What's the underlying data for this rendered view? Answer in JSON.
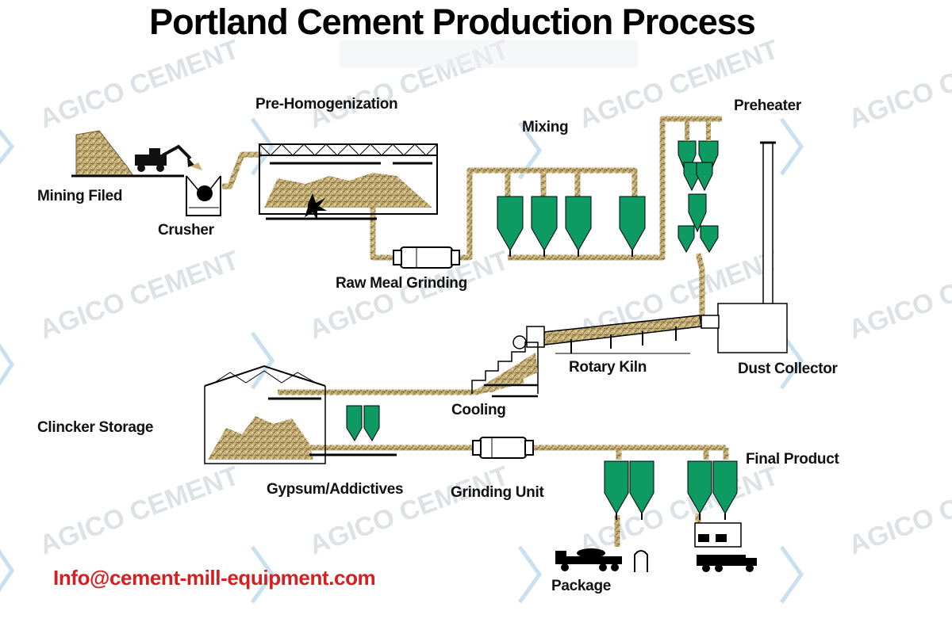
{
  "title": "Portland Cement Production Process",
  "email": "Info@cement-mill-equipment.com",
  "watermark": "AGICO CEMENT",
  "labels": {
    "mining": "Mining Filed",
    "crusher": "Crusher",
    "prehomo": "Pre-Homogenization",
    "mixing": "Mixing",
    "preheater": "Preheater",
    "raw_meal": "Raw Meal Grinding",
    "rotary_kiln": "Rotary Kiln",
    "dust_collector": "Dust Collector",
    "cooling": "Cooling",
    "clinker_storage": "Clincker Storage",
    "gypsum": "Gypsum/Addictives",
    "grinding_unit": "Grinding Unit",
    "final_product": "Final Product",
    "package": "Package"
  },
  "colors": {
    "silo_green": "#0e9a63",
    "conveyor": "#c9b27a",
    "material": "#b9a167",
    "email_red": "#d42020",
    "watermark_gray": "#dde2e7",
    "logo_blue": "#bcd8ee"
  }
}
